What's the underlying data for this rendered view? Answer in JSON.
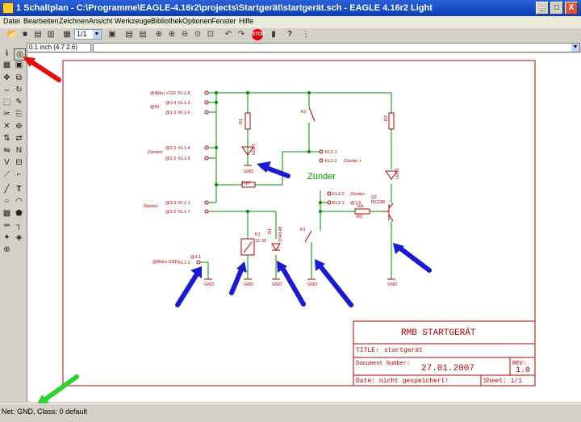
{
  "window": {
    "title": "1 Schaltplan - C:\\Programme\\EAGLE-4.16r2\\projects\\Startgerät\\startgerät.sch - EAGLE 4.16r2 Light",
    "minimize": "_",
    "maximize": "□",
    "close": "X"
  },
  "menu": [
    "Datei",
    "Bearbeiten",
    "Zeichnen",
    "Ansicht",
    "Werkzeuge",
    "Bibliothek",
    "Optionen",
    "Fenster",
    "Hilfe"
  ],
  "toolbar": {
    "sheet_select": "1/1",
    "stop_label": "STOP",
    "help_label": "?"
  },
  "coord": "0.1 inch (4.7 2.6)",
  "status": "Net: GND, Class: 0 default",
  "schematic": {
    "title_block": {
      "name": "RMB STARTGERÄT",
      "title_label": "TITLE:",
      "title_value": "startgerät",
      "doc_label": "Document Number:",
      "date": "27.01.2007",
      "rev_label": "REV:",
      "rev_value": "1.0",
      "date_label": "Date: nicht gespeichert!",
      "sheet": "Sheet: 1/1"
    },
    "net_labels": {
      "p12v": "@Akku +12V",
      "in": "@IN",
      "zunden": "Zünden",
      "starten": "Starten",
      "akku_gnd": "@Akku GND"
    },
    "connectors": [
      "KL1-8",
      "KL1-3",
      "KL1-6",
      "KL1-4",
      "KL1-5",
      "KL1-1",
      "KL1-7",
      "KL1-2"
    ],
    "pins": [
      "@1.4",
      "@1.3",
      "@2.3",
      "@2.2",
      "@3.3",
      "@3.2",
      "@1.1"
    ],
    "zuender_label": "Zünder",
    "zuender_pins": [
      "KL2-1",
      "KL2-2"
    ],
    "zuender_text": "Zünder +",
    "zuender2_text": "Zünder -",
    "kl2_lower": [
      "KL3-2",
      "KL3-1"
    ],
    "components": {
      "r1": "R1",
      "r2": "R2",
      "led1": "LED1",
      "led2": "LED2",
      "k1": "K1",
      "k2": "K2",
      "q1": "Q1",
      "q1_part": "BC238",
      "r3": "R3",
      "r3_val": "10k",
      "d1": "D1",
      "d1_part": "1N4148",
      "k_relay": "K1",
      "k_relay_part": "12-30",
      "typ": "TypF",
      "at12": "@1.2"
    },
    "gnd": "GND"
  }
}
